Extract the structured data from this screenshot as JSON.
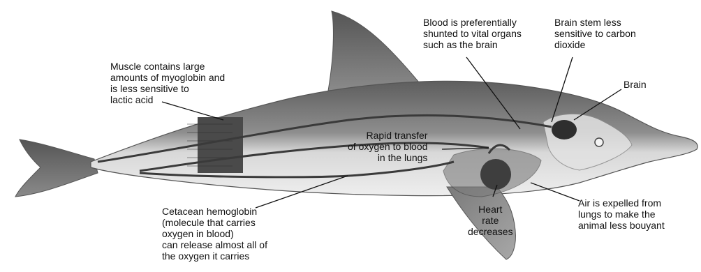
{
  "labels": {
    "muscle": "Muscle contains large\namounts of myoglobin and\nis less sensitive to\nlactic acid",
    "blood_shunt": "Blood is preferentially\nshunted to vital organs\nsuch as the brain",
    "brain_stem": "Brain stem less\nsensitive to carbon\ndioxide",
    "brain": "Brain",
    "rapid_transfer": "Rapid transfer\nof oxygen to blood\nin the lungs",
    "hemoglobin": "Cetacean hemoglobin\n(molecule that carries\noxygen in blood)\ncan release almost all of\nthe oxygen it carries",
    "heart": "Heart\nrate\ndecreases",
    "air": "Air is expelled from\nlungs to make the\nanimal less bouyant"
  },
  "colors": {
    "body_dark": "#6a6a6a",
    "body_mid": "#9a9a9a",
    "belly_light": "#e6e6e6",
    "vessel": "#3a3a3a",
    "lung": "#7c7c7c",
    "brain": "#2e2e2e",
    "leader": "#111111"
  }
}
